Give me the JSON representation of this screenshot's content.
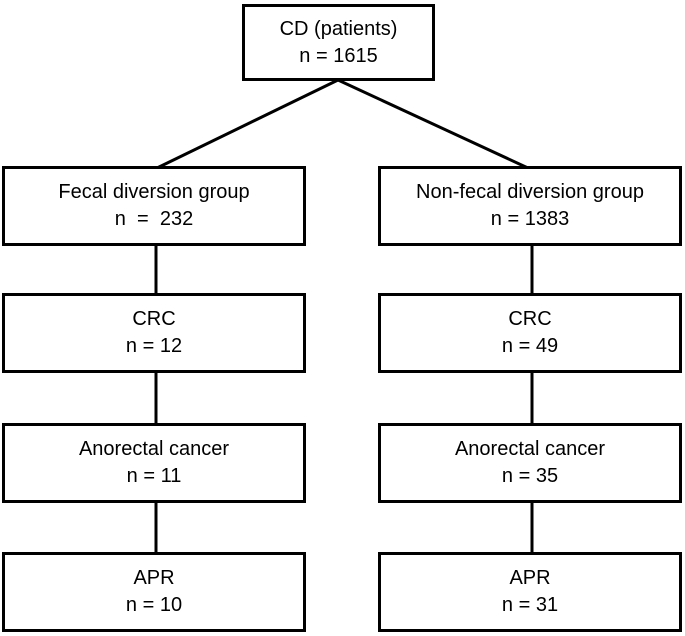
{
  "figure": {
    "background_color": "#ffffff",
    "line_color": "#000000",
    "type": "patient-flow-diagram"
  },
  "flowchart": {
    "root": {
      "label": "CD (patients)",
      "n": "n = 1615"
    },
    "columns": [
      {
        "name": "fecal-diversion-group",
        "boxes": [
          {
            "label": "Fecal diversion group",
            "n": "n  =  232"
          },
          {
            "label": "CRC",
            "n": "n = 12"
          },
          {
            "label": "Anorectal cancer",
            "n": "n = 11"
          },
          {
            "label": "APR",
            "n": "n = 10"
          }
        ]
      },
      {
        "name": "non-fecal-diversion-group",
        "boxes": [
          {
            "label": "Non-fecal diversion group",
            "n": "n = 1383"
          },
          {
            "label": "CRC",
            "n": "n = 49"
          },
          {
            "label": "Anorectal cancer",
            "n": "n = 35"
          },
          {
            "label": "APR",
            "n": "n = 31"
          }
        ]
      }
    ]
  }
}
